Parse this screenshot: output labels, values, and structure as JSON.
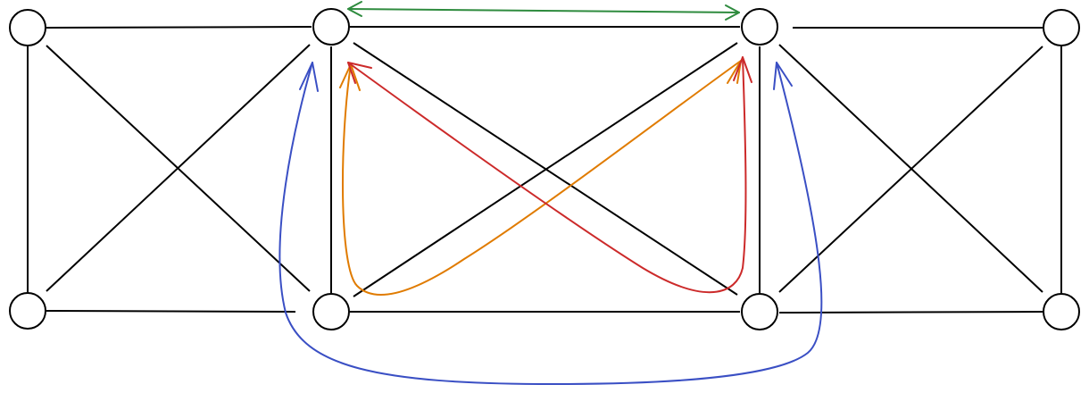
{
  "diagram": {
    "type": "graph",
    "nodes": [
      "n1",
      "n2",
      "n3",
      "n4",
      "n5",
      "n6",
      "n7",
      "n8"
    ],
    "edges": [
      [
        "n1",
        "n2"
      ],
      [
        "n1",
        "n5"
      ],
      [
        "n1",
        "n6"
      ],
      [
        "n5",
        "n2"
      ],
      [
        "n5",
        "n6"
      ],
      [
        "n2",
        "n3"
      ],
      [
        "n2",
        "n6"
      ],
      [
        "n2",
        "n7"
      ],
      [
        "n6",
        "n3"
      ],
      [
        "n6",
        "n7"
      ],
      [
        "n3",
        "n4"
      ],
      [
        "n3",
        "n7"
      ],
      [
        "n3",
        "n8"
      ],
      [
        "n7",
        "n4"
      ],
      [
        "n7",
        "n8"
      ],
      [
        "n4",
        "n8"
      ]
    ],
    "arrows": [
      {
        "name": "green-arrow",
        "color": "#2e8b3e",
        "between": [
          "n2",
          "n3"
        ],
        "heads": "both"
      },
      {
        "name": "orange-arrow",
        "color": "#e07b00",
        "between": [
          "n6",
          "n2",
          "n3"
        ],
        "heads": "both"
      },
      {
        "name": "red-arrow",
        "color": "#cc2a2a",
        "between": [
          "n2",
          "n7",
          "n3"
        ],
        "heads": "both"
      },
      {
        "name": "blue-arrow",
        "color": "#3a4fc4",
        "between": [
          "n2",
          "n3"
        ],
        "heads": "both"
      }
    ]
  }
}
